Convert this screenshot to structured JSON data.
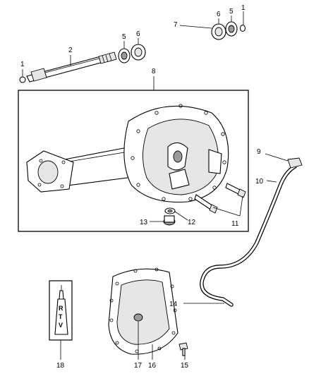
{
  "callouts": {
    "c1a": "1",
    "c1b": "1",
    "c2": "2",
    "c5a": "5",
    "c5b": "5",
    "c6a": "6",
    "c6b": "6",
    "c7": "7",
    "c8": "8",
    "c9": "9",
    "c10": "10",
    "c11": "11",
    "c12": "12",
    "c13": "13",
    "c14": "14",
    "c15": "15",
    "c16": "16",
    "c17": "17",
    "c18": "18"
  },
  "sealant_tube": {
    "letter_1": "R",
    "letter_2": "T",
    "letter_3": "V"
  }
}
